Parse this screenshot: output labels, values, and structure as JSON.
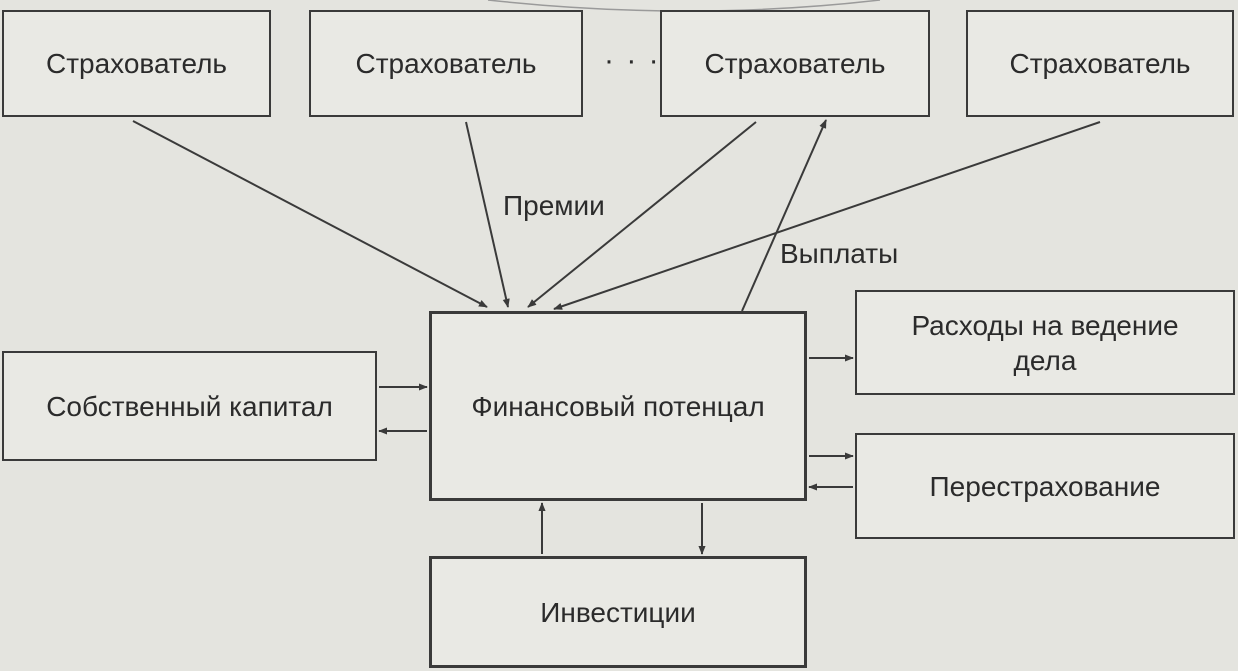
{
  "diagram": {
    "nodes": {
      "insured_1": "Страхователь",
      "insured_2": "Страхователь",
      "insured_3": "Страхователь",
      "insured_4": "Страхователь",
      "ellipsis": "· · ·",
      "financial_potential": "Финансовый потенцал",
      "own_capital": "Собственный капитал",
      "business_costs": "Расходы на ведение дела",
      "reinsurance": "Перестрахование",
      "investments": "Инвестиции"
    },
    "edge_labels": {
      "premiums": "Премии",
      "payments": "Выплаты"
    },
    "edges": [
      {
        "from": "insured_1",
        "to": "financial_potential",
        "label": "premiums"
      },
      {
        "from": "insured_2",
        "to": "financial_potential",
        "label": "premiums"
      },
      {
        "from": "insured_3",
        "to": "financial_potential",
        "label": "premiums"
      },
      {
        "from": "insured_4",
        "to": "financial_potential",
        "label": "premiums"
      },
      {
        "from": "financial_potential",
        "to": "insured_3",
        "label": "payments"
      },
      {
        "from": "own_capital",
        "to": "financial_potential"
      },
      {
        "from": "financial_potential",
        "to": "own_capital"
      },
      {
        "from": "financial_potential",
        "to": "business_costs"
      },
      {
        "from": "financial_potential",
        "to": "reinsurance"
      },
      {
        "from": "reinsurance",
        "to": "financial_potential"
      },
      {
        "from": "investments",
        "to": "financial_potential"
      },
      {
        "from": "financial_potential",
        "to": "investments"
      }
    ],
    "colors": {
      "line": "#3a3a3a",
      "background": "#e4e4df"
    }
  }
}
